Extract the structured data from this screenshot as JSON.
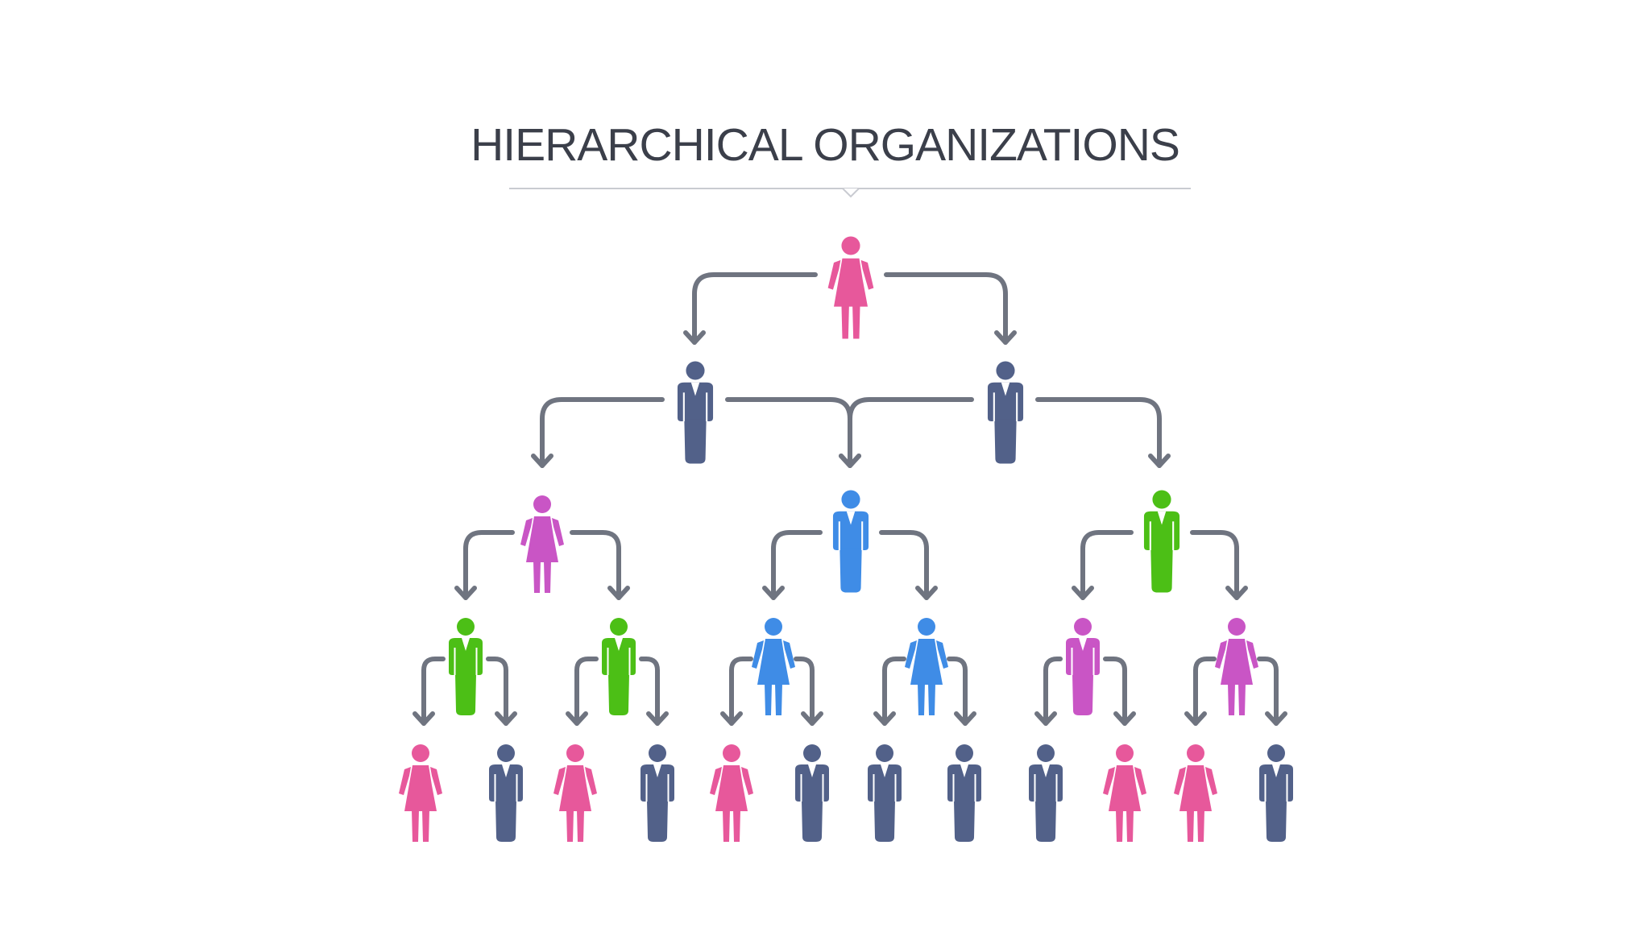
{
  "title": "HIERARCHICAL ORGANIZATIONS",
  "colors": {
    "pink": "#e7589b",
    "navy": "#526189",
    "magenta": "#c955c5",
    "blue": "#3f8ce6",
    "green": "#4cbf16",
    "connector": "#6f7480",
    "divider": "#c9cbd1"
  },
  "people": [
    {
      "type": "woman",
      "color": "pink"
    },
    {
      "type": "man",
      "color": "navy"
    },
    {
      "type": "man",
      "color": "navy"
    },
    {
      "type": "woman",
      "color": "magenta"
    },
    {
      "type": "man",
      "color": "blue"
    },
    {
      "type": "man",
      "color": "green"
    },
    {
      "type": "man",
      "color": "green"
    },
    {
      "type": "man",
      "color": "green"
    },
    {
      "type": "woman",
      "color": "blue"
    },
    {
      "type": "woman",
      "color": "blue"
    },
    {
      "type": "man",
      "color": "magenta"
    },
    {
      "type": "woman",
      "color": "magenta"
    },
    {
      "type": "woman",
      "color": "pink"
    },
    {
      "type": "man",
      "color": "navy"
    },
    {
      "type": "woman",
      "color": "pink"
    },
    {
      "type": "man",
      "color": "navy"
    },
    {
      "type": "woman",
      "color": "pink"
    },
    {
      "type": "man",
      "color": "navy"
    },
    {
      "type": "man",
      "color": "navy"
    },
    {
      "type": "man",
      "color": "navy"
    },
    {
      "type": "man",
      "color": "navy"
    },
    {
      "type": "woman",
      "color": "pink"
    },
    {
      "type": "woman",
      "color": "pink"
    },
    {
      "type": "man",
      "color": "navy"
    }
  ]
}
